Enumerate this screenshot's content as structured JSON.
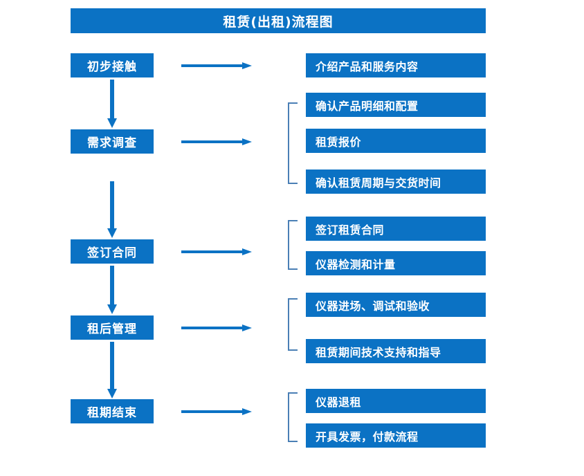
{
  "diagram": {
    "title": "租赁(出租)流程图",
    "accent_color": "#0b72c4",
    "bracket_color": "#4a7fb5",
    "background_color": "#ffffff",
    "text_color": "#ffffff",
    "stages": [
      {
        "label": "初步接触",
        "details": [
          "介绍产品和服务内容"
        ],
        "has_bracket": false,
        "arrow": "right-arrow"
      },
      {
        "label": "需求调查",
        "details": [
          "确认产品明细和配置",
          "租赁报价",
          "确认租赁周期与交货时间"
        ],
        "has_bracket": true,
        "arrow": "right-arrow"
      },
      {
        "label": "签订合同",
        "details": [
          "签订租赁合同",
          "仪器检测和计量"
        ],
        "has_bracket": true,
        "arrow": "right-arrow"
      },
      {
        "label": "租后管理",
        "details": [
          "仪器进场、调试和验收",
          "租赁期间技术支持和指导"
        ],
        "has_bracket": true,
        "arrow": "right-arrow"
      },
      {
        "label": "租期结束",
        "details": [
          "仪器退租",
          "开具发票，付款流程"
        ],
        "has_bracket": true,
        "arrow": "right-arrow"
      }
    ],
    "flow_connectors": [
      "down-arrow",
      "down-arrow",
      "down-arrow",
      "down-arrow"
    ]
  }
}
